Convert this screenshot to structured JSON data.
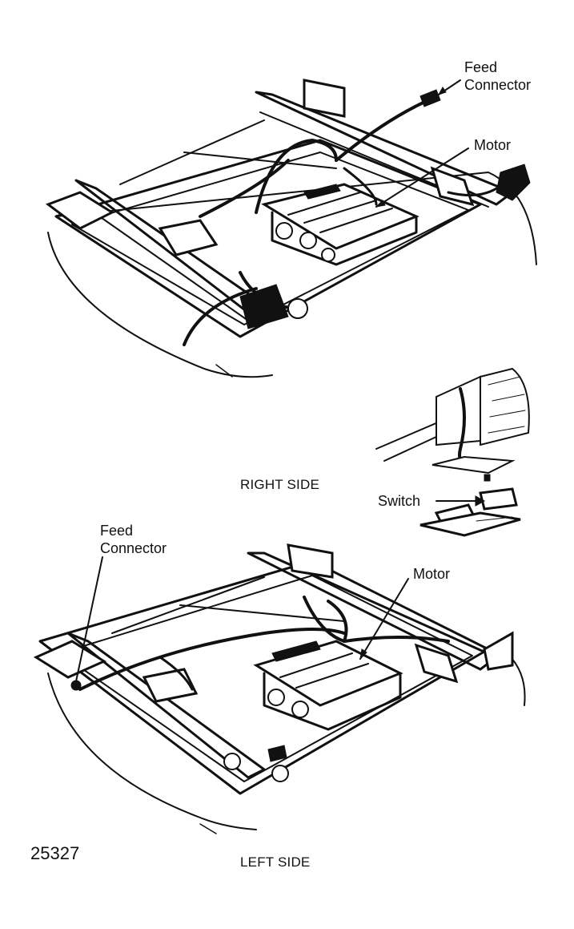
{
  "labels": {
    "top_feed_connector": [
      "Feed",
      "Connector"
    ],
    "top_motor": "Motor",
    "right_side": "RIGHT SIDE",
    "switch": "Switch",
    "bottom_feed_connector": [
      "Feed",
      "Connector"
    ],
    "bottom_motor": "Motor",
    "left_side": "LEFT SIDE",
    "figure_number": "25327"
  }
}
